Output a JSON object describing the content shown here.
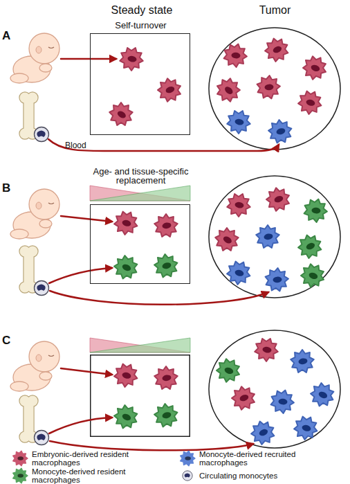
{
  "diagram": {
    "nodes": [
      {
        "text": [
          "Self-turnover"
        ]
      },
      {
        "text": [
          "Age- and tissue-specific replacement"
        ]
      }
    ],
    "labels": [
      "Steady state",
      "Tumor",
      "A",
      "B",
      "C",
      "Blood"
    ],
    "legend": [
      {
        "text": "Embryonic-derived resident macrophages",
        "color": "#c9566f"
      },
      {
        "text": "Monocyte-derived recruited macrophages",
        "color": "#5d82d4"
      },
      {
        "text": "Monocyte-derived resident macrophages",
        "color": "#55a45e"
      },
      {
        "text": "Circulating monocytes"
      }
    ]
  }
}
